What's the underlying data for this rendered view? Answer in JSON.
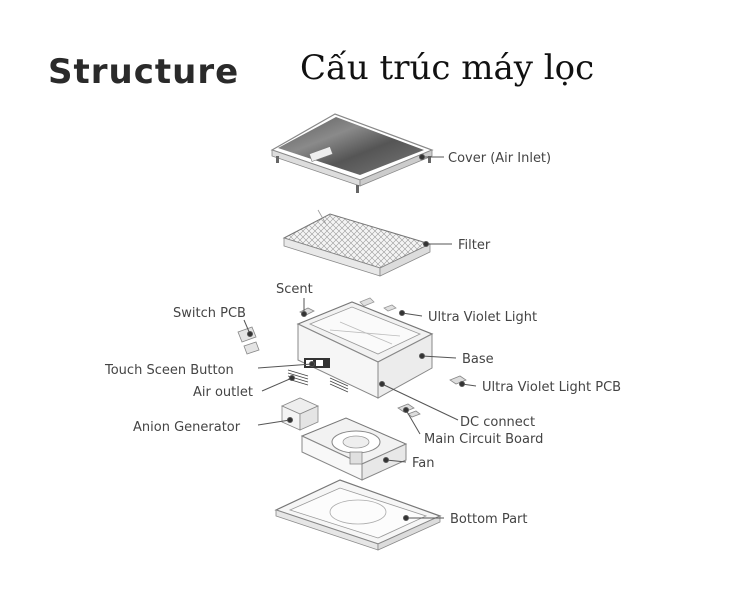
{
  "header": {
    "title_en": "Structure",
    "title_vi": "Cấu trúc máy lọc"
  },
  "labels": {
    "cover": "Cover (Air Inlet)",
    "filter": "Filter",
    "scent": "Scent",
    "switch_pcb": "Switch PCB",
    "uv_light": "Ultra Violet Light",
    "base": "Base",
    "touch_button": "Touch Sceen Button",
    "air_outlet": "Air outlet",
    "uv_light_pcb": "Ultra Violet Light PCB",
    "anion_generator": "Anion Generator",
    "dc_connect": "DC connect",
    "main_board": "Main Circuit Board",
    "fan": "Fan",
    "bottom_part": "Bottom Part"
  },
  "colors": {
    "line": "#555555",
    "text": "#444444",
    "part_stroke": "#888888"
  }
}
